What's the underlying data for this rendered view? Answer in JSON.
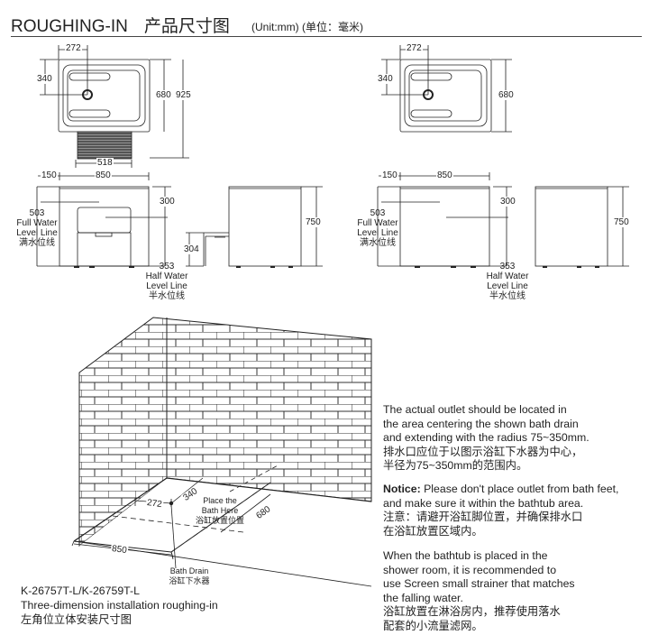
{
  "header": {
    "title": "ROUGHING-IN",
    "title_cn": "产品尺寸图",
    "unit": "(Unit:mm) (单位：毫米)"
  },
  "drawing_left": {
    "top_view": {
      "d272": "272",
      "d340": "340",
      "d680": "680",
      "d925": "925",
      "d518": "518"
    },
    "front_view": {
      "d150": "150",
      "d850": "850",
      "d300": "300",
      "d503": "503",
      "full_water": "Full Water",
      "level_line": "Level Line",
      "full_water_cn": "满水位线",
      "d353": "353",
      "half_water": "Half Water",
      "half_level_line": "Level Line",
      "half_water_cn": "半水位线"
    },
    "side_view": {
      "d750": "750",
      "d304": "304"
    }
  },
  "drawing_right": {
    "top_view": {
      "d272": "272",
      "d340": "340",
      "d680": "680"
    },
    "front_view": {
      "d150": "150",
      "d850": "850",
      "d300": "300",
      "d503": "503",
      "full_water": "Full Water",
      "level_line": "Level Line",
      "full_water_cn": "满水位线",
      "d353": "353",
      "half_water": "Half Water",
      "half_level_line": "Level Line",
      "half_water_cn": "半水位线"
    },
    "side_view": {
      "d750": "750"
    }
  },
  "iso": {
    "d272": "272",
    "d340": "340",
    "d680": "680",
    "d850": "850",
    "place_1": "Place the",
    "place_2": "Bath Here",
    "place_cn": "浴缸放置位置",
    "drain": "Bath Drain",
    "drain_cn": "浴缸下水器"
  },
  "caption": {
    "model": "K-26757T-L/K-26759T-L",
    "desc": "Three-dimension installation roughing-in",
    "desc_cn": "左角位立体安装尺寸图"
  },
  "notes": {
    "p1": [
      "The actual outlet should be located in",
      "the area centering the shown bath drain",
      "and extending with the radius 75~350mm.",
      "排水口应位于以图示浴缸下水器为中心，",
      "半径为75~350mm的范围内。"
    ],
    "p2_bold": "Notice:",
    "p2": [
      " Please don't place outlet from bath feet,",
      "and make sure it within the bathtub area.",
      "注意：请避开浴缸脚位置，并确保排水口",
      "在浴缸放置区域内。"
    ],
    "p3": [
      "When the bathtub is placed in the",
      "shower room, it is recommended to",
      "use Screen small strainer that matches",
      "the falling water.",
      "浴缸放置在淋浴房内，推荐使用落水",
      "配套的小流量滤网。"
    ]
  }
}
